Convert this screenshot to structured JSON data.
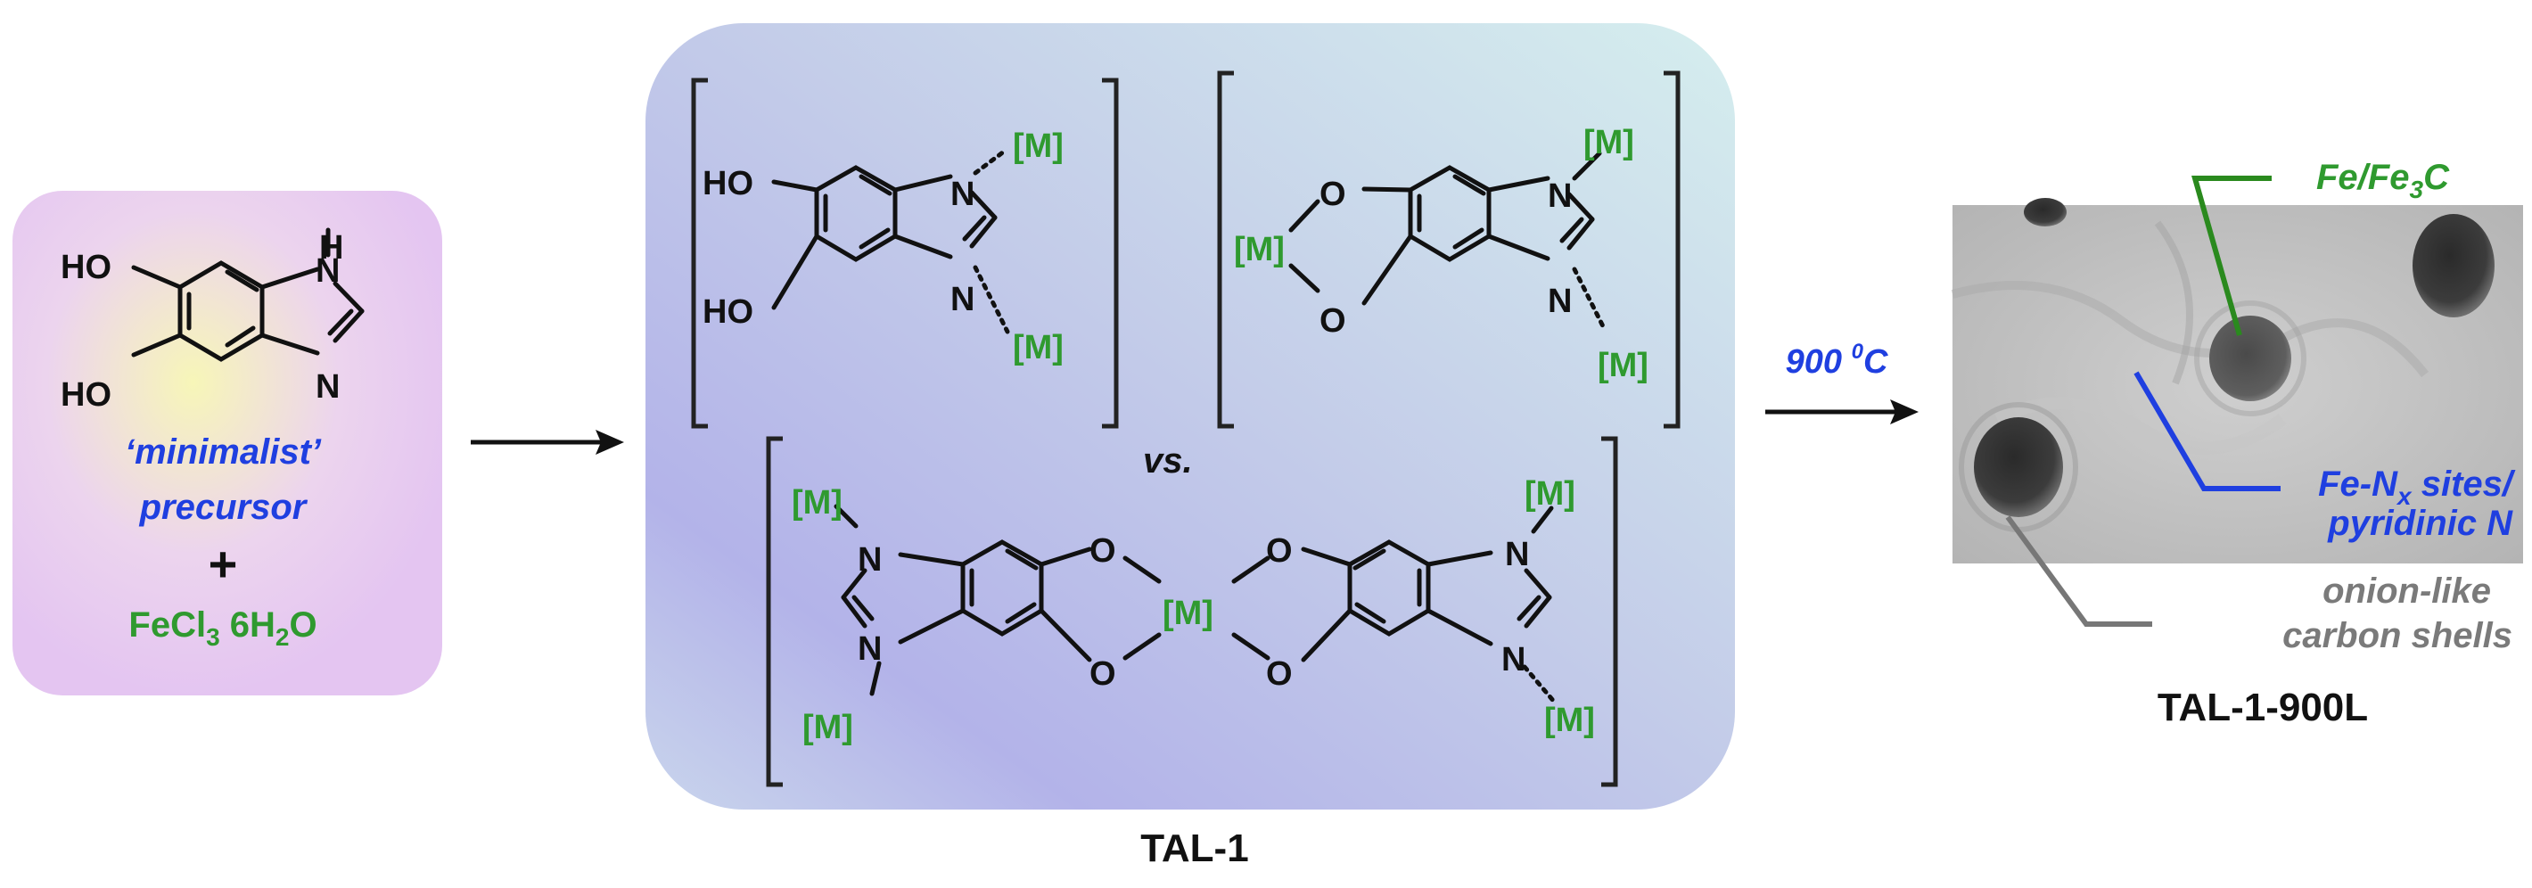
{
  "colors": {
    "metal_green": "#2f9a2f",
    "label_blue": "#1f3fe0",
    "label_grey": "#7a7a7a",
    "precursor_box": "#e8c9f2",
    "tal_box_top": "#d6efef",
    "tal_box_bottom": "#b7b6ea"
  },
  "precursor": {
    "atoms": {
      "ho_top": "HO",
      "ho_bottom": "HO",
      "nh_n": "N",
      "nh_h": "H",
      "n": "N"
    },
    "minimalist": "‘minimalist’",
    "precursor_word": "precursor",
    "plus": "+",
    "salt": {
      "fecl": "FeCl",
      "sub3": "3",
      "mid": " 6H",
      "sub2": "2",
      "o": "O"
    }
  },
  "tal_box": {
    "metal": "[M]",
    "vs": "vs.",
    "caption": "TAL-1",
    "atoms": {
      "ho": "HO",
      "o": "O",
      "n": "N"
    }
  },
  "reaction": {
    "condition_value": "900 ",
    "condition_sup": "0",
    "condition_unit": "C"
  },
  "tem_panel": {
    "fe_label": {
      "a": "Fe/Fe",
      "sub": "3",
      "b": "C"
    },
    "fen_label": {
      "a": "Fe-N",
      "sub": "x",
      "b": " sites/",
      "line2": "pyridinic N"
    },
    "onion_label": {
      "line1": "onion-like",
      "line2": "carbon shells"
    },
    "caption": "TAL-1-900L"
  }
}
